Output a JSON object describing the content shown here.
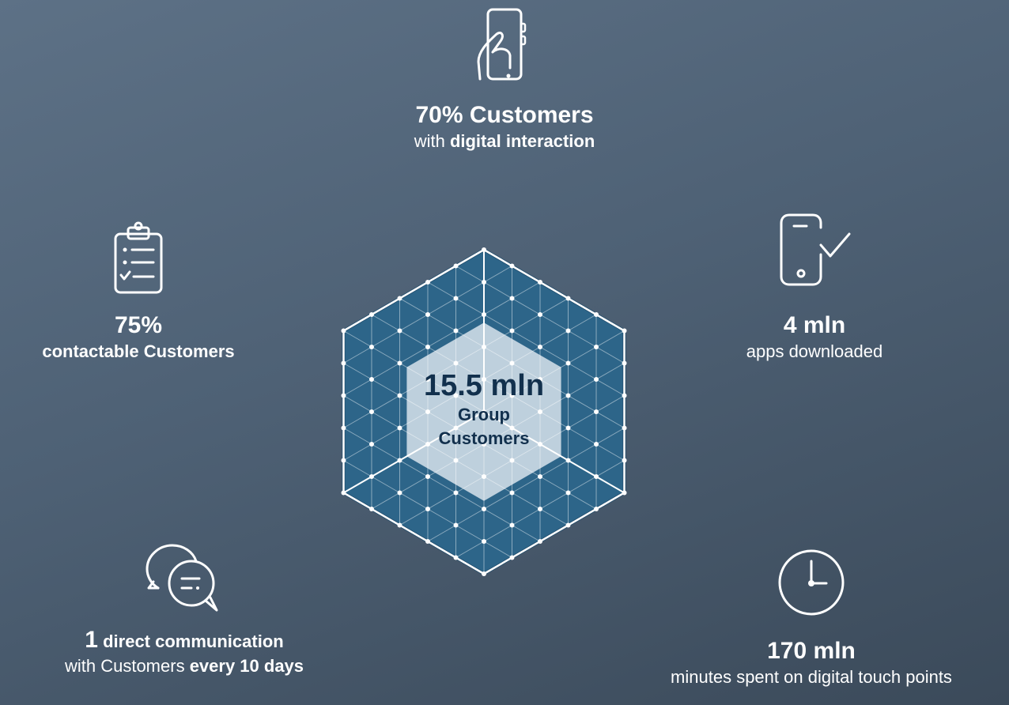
{
  "center": {
    "value": "15.5 mln",
    "label_line1": "Group",
    "label_line2": "Customers"
  },
  "stats": {
    "digital": {
      "value": "70% Customers",
      "prefix": "with",
      "bold": "digital interaction",
      "icon": "phone-tap-icon"
    },
    "contactable": {
      "value": "75%",
      "bold": "contactable Customers",
      "icon": "clipboard-checklist-icon"
    },
    "apps": {
      "value": "4 mln",
      "text": "apps downloaded",
      "icon": "phone-check-icon"
    },
    "communication": {
      "value": "1",
      "value_suffix": " direct communication",
      "prefix": "with Customers ",
      "bold": "every 10 days",
      "icon": "chat-bubbles-icon"
    },
    "minutes": {
      "value": "170 mln",
      "text": "minutes spent on digital touch points",
      "icon": "clock-icon"
    }
  },
  "colors": {
    "hex_fill": "#2d6589",
    "hex_inner": "#d8e3ec",
    "center_text": "#12304d"
  }
}
